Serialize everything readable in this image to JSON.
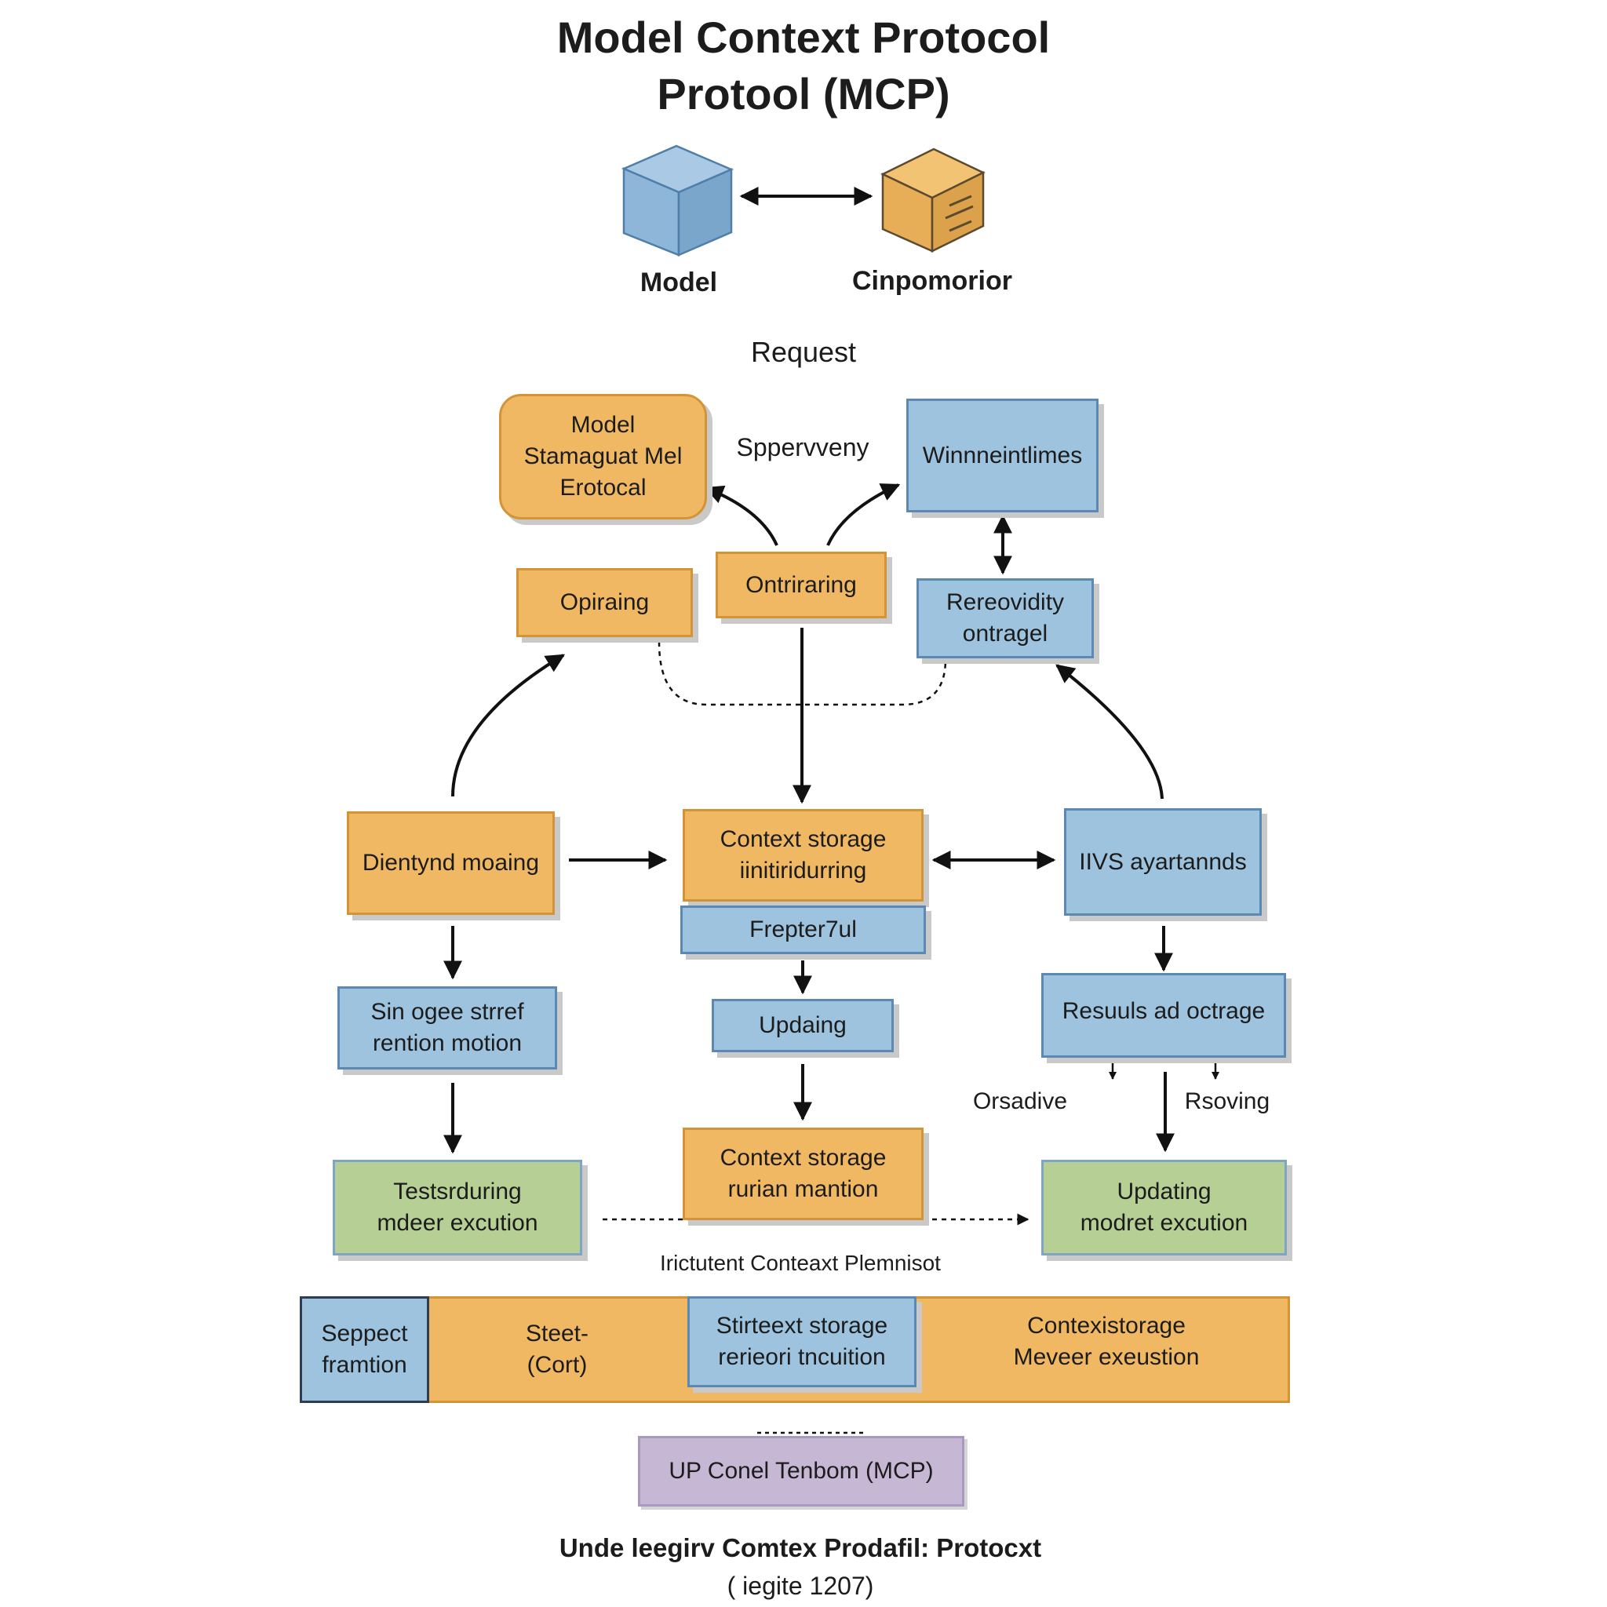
{
  "colors": {
    "orange": "#f0b862",
    "blue": "#9dc3de",
    "green": "#b6cf94",
    "purple": "#c6b7d5",
    "line": "#111111"
  },
  "title": {
    "line1": "Model Context Protocol",
    "line2": "Protool  (MCP)"
  },
  "icons": {
    "model": {
      "label": "Model",
      "icon": "blue-cube-icon"
    },
    "connector": {
      "label": "Cinpomorior",
      "icon": "orange-cube-icon"
    }
  },
  "labels": {
    "request": "Request",
    "sppervenv": "Sppervveny",
    "orsadive": "Orsadive",
    "rsoving": "Rsoving",
    "inctutent": "Irictutent Conteaxt Ρlemnisot"
  },
  "boxes": {
    "model_protocol": "Model\nStamaguat Mel\nErotocal",
    "winnen": "Winnneintlimes",
    "opiraing": "Opiraing",
    "ontrirarimg": "Ontriraring",
    "reroviditiy": "Rereovidity\nontragel",
    "dientynd": "Dientynd moaing",
    "context_storage_top": "Context storage\niinitiridurring",
    "frepter": "Frepter7ul",
    "ivs": "IIVS ayartannds",
    "sin_ogee": "Sin ogee strref\nrention motion",
    "updaing": "Updaing",
    "resuuls": "Resuuls ad octrage",
    "testerduring": "Testsrduring\nmdeer excution",
    "context_storage_mid": "Context storage\nrurian mantion",
    "updating_green": "Updating\nmodret excution"
  },
  "band": {
    "seppect": "Seppect\nframtion",
    "street": "Steet-\n(Cort)",
    "stirtext": "Stirteext storage\nrerieori tncuition",
    "contexstorage": "Contexistorage\nMeveer exeustion"
  },
  "bottom_box": "UP Conel Tenbom (MCP)",
  "footer": {
    "line1": "Unde leegirv Comtex Prodafil: Protocxt",
    "line2": "( iegite 1207)"
  }
}
